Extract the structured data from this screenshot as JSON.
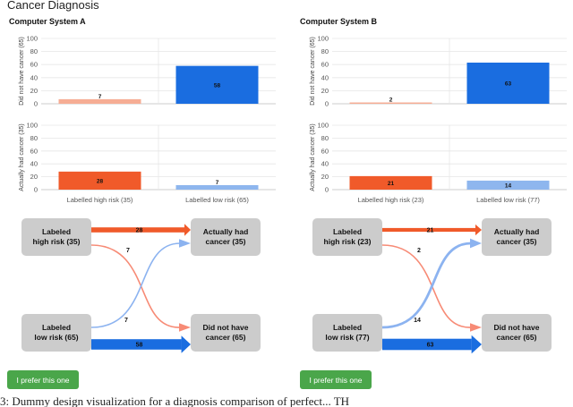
{
  "page_title": "Cancer Diagnosis",
  "caption": "3: Dummy design visualization for a diagnosis comparison of perfect... TH",
  "colors": {
    "fp": "#f6ad94",
    "tn": "#1a6de0",
    "tp": "#f05a2a",
    "fn": "#8eb6ee",
    "fp_flow": "#f78b76",
    "fn_flow": "#8cb3f0",
    "button": "#4aa64a",
    "node": "#cccccc"
  },
  "systems": [
    {
      "title": "Computer System A",
      "button_label": "I prefer this one",
      "nodes": {
        "high": "Labeled\nhigh risk (35)",
        "low": "Labeled\nlow risk (65)",
        "cancer": "Actually had\ncancer (35)",
        "nocancer": "Did not have\ncancer (65)"
      },
      "chart_data": {
        "type": "bar",
        "categories": [
          "Labelled high risk (35)",
          "Labelled low risk (65)"
        ],
        "ylim": [
          0,
          100
        ],
        "yticks": [
          0,
          20,
          40,
          60,
          80,
          100
        ],
        "series": [
          {
            "name": "Did not have cancer (65)",
            "values": [
              7,
              58
            ]
          },
          {
            "name": "Actually had cancer (35)",
            "values": [
              28,
              7
            ]
          }
        ]
      }
    },
    {
      "title": "Computer System B",
      "button_label": "I prefer this one",
      "nodes": {
        "high": "Labeled\nhigh risk (23)",
        "low": "Labeled\nlow risk (77)",
        "cancer": "Actually had\ncancer (35)",
        "nocancer": "Did not have\ncancer (65)"
      },
      "chart_data": {
        "type": "bar",
        "categories": [
          "Labelled high risk (23)",
          "Labelled low risk (77)"
        ],
        "ylim": [
          0,
          100
        ],
        "yticks": [
          0,
          20,
          40,
          60,
          80,
          100
        ],
        "series": [
          {
            "name": "Did not have cancer (65)",
            "values": [
              2,
              63
            ]
          },
          {
            "name": "Actually had cancer (35)",
            "values": [
              21,
              14
            ]
          }
        ]
      }
    }
  ]
}
